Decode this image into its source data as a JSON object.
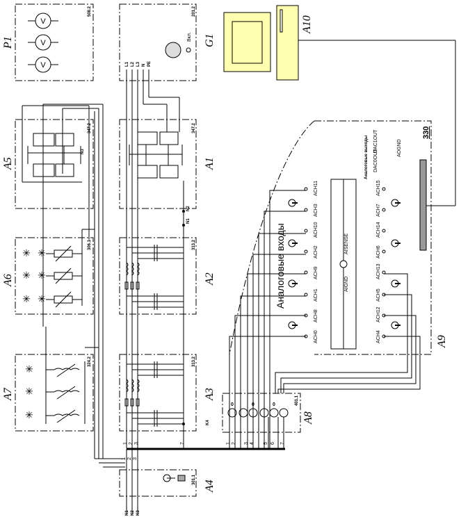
{
  "blocks": {
    "P1": {
      "label": "P1",
      "code": "508.2"
    },
    "G1": {
      "label": "G1",
      "code": "201.2",
      "switch_label": "Вкл."
    },
    "A10": {
      "label": "A10"
    },
    "A5": {
      "label": "A5",
      "code": "347.2",
      "node": "N3"
    },
    "A1": {
      "label": "A1",
      "code": "347.2",
      "nodes": [
        "N2",
        "N1"
      ]
    },
    "A6": {
      "label": "A6",
      "code": "306.1"
    },
    "A2": {
      "label": "A2",
      "code": "313.2"
    },
    "A7": {
      "label": "A7",
      "code": "324.2"
    },
    "A3": {
      "label": "A3",
      "code": "313.2",
      "node": "K4"
    },
    "A4": {
      "label": "A4",
      "code": "301.1",
      "nodes": [
        "K1",
        "K2",
        "K3"
      ]
    },
    "A8": {
      "label": "A8",
      "code": "401.1"
    },
    "A9": {
      "label": "A9",
      "code": "330"
    }
  },
  "supply_labels": [
    "L1",
    "L2",
    "L3",
    "N",
    "PE"
  ],
  "analog_inputs_title": "Аналоговые входы",
  "analog_outputs_title": "Аналоговые выходы",
  "dac_labels": [
    "DAC0OUT",
    "DAC1OUT"
  ],
  "aognd_label": "AOGND",
  "aisense_label": "AISENSE",
  "aignd_label": "AIGND",
  "channel_col1": [
    "ACH0",
    "ACH8",
    "ACH1",
    "ACH9",
    "ACH2",
    "ACH10",
    "ACH3",
    "ACH11"
  ],
  "channel_col2": [
    "ACH4",
    "ACH12",
    "ACH5",
    "ACH13",
    "ACH6",
    "ACH14",
    "ACH7",
    "ACH15"
  ],
  "bus_numbers_left": [
    "1",
    "2",
    "3",
    "7"
  ],
  "bus_numbers_a8": [
    "1",
    "2",
    "3",
    "4",
    "5",
    "6",
    "7"
  ],
  "a4_numbers": [
    "1",
    "2",
    "3"
  ]
}
